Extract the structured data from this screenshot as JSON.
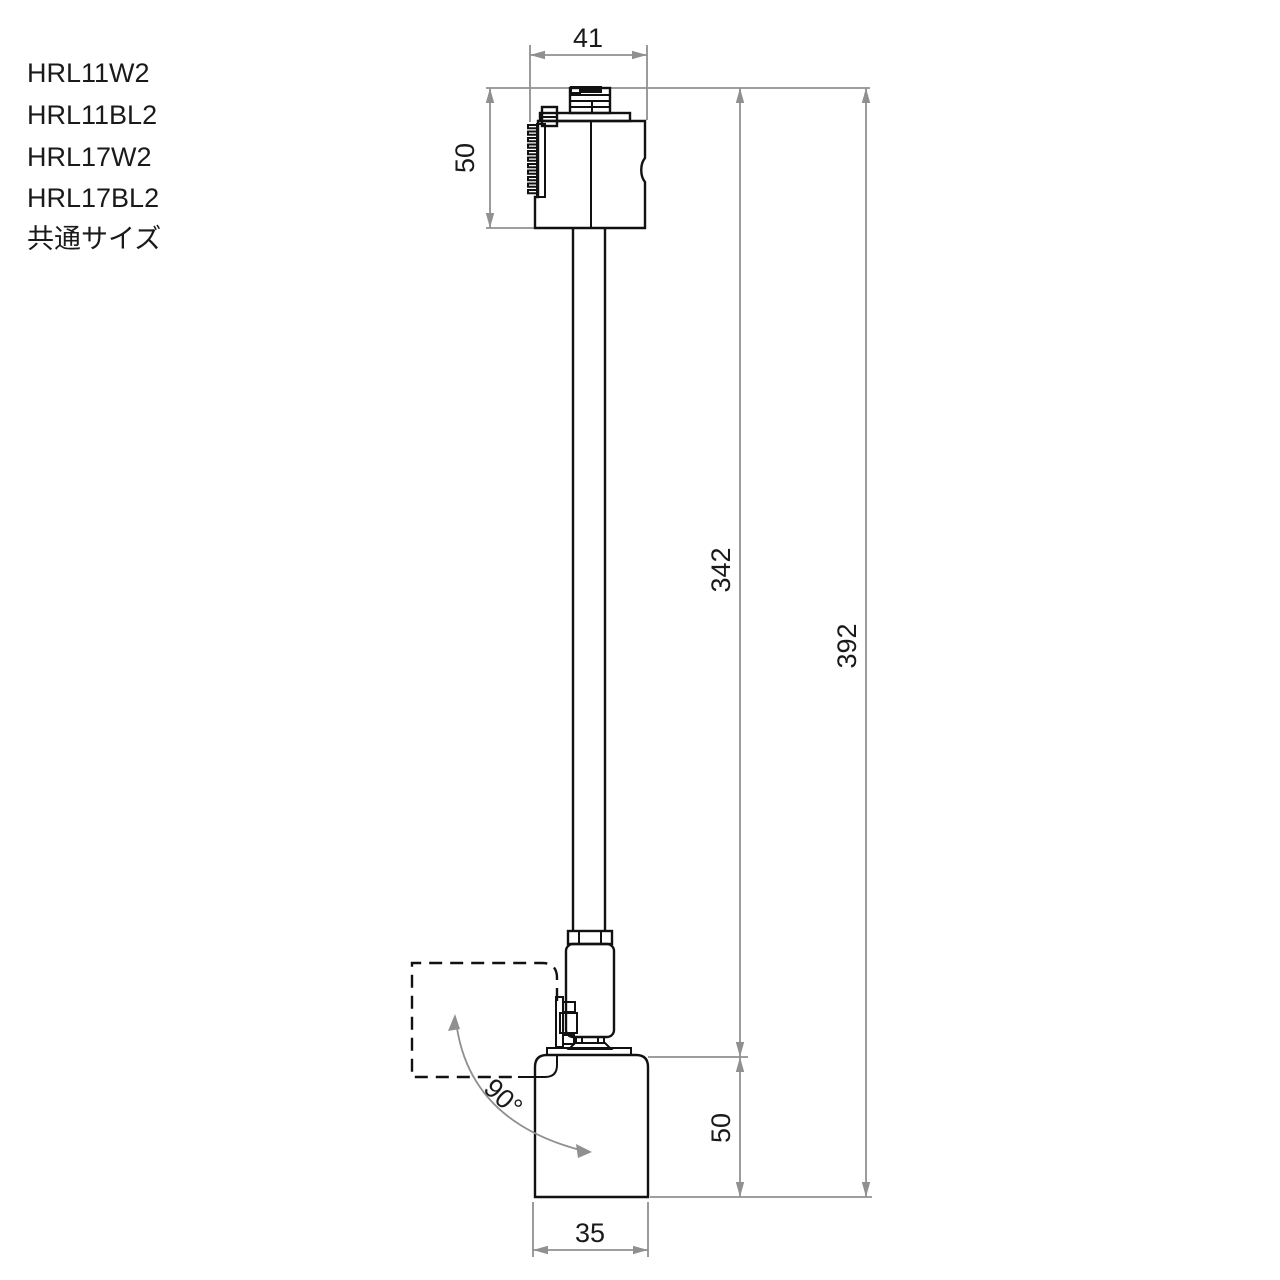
{
  "part_list": {
    "items": [
      "HRL11W2",
      "HRL11BL2",
      "HRL17W2",
      "HRL17BL2"
    ],
    "size_note": "共通サイズ"
  },
  "dimensions": {
    "adapter_width": "41",
    "adapter_height": "50",
    "body_length": "342",
    "total_length": "392",
    "head_height": "50",
    "head_width": "35",
    "rotation_angle": "90°"
  },
  "colors": {
    "outline": "#111111",
    "dimension_lines": "#909090",
    "background": "#ffffff"
  }
}
